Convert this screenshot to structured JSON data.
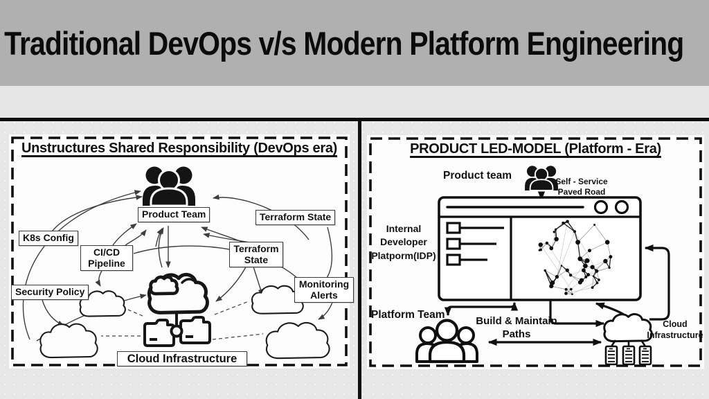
{
  "title": "Traditional DevOps v/s Modern Platform Engineering",
  "colors": {
    "banner_bg": "#b0b0b0",
    "canvas_bg": "#e7e7e7",
    "panel_bg": "#fdfdfd",
    "ink": "#111111"
  },
  "left_panel": {
    "title": "Unstructures Shared Responsibility (DevOps era)",
    "boxes": {
      "product_team": "Product Team",
      "terraform_state_right": "Terraform State",
      "k8s_config": "K8s Config",
      "cicd_pipeline": "CI/CD Pipeline",
      "terraform_state_center": "Terraform State",
      "security_policy": "Security Policy",
      "monitoring_alerts": "Monitoring Alerts",
      "cloud_infrastructure": "Cloud Infrastructure"
    },
    "icons": {
      "team": "people-group-icon",
      "cloud": "cloud-icon",
      "folders": "folder-pair-icon",
      "scattered": "outline-cloud-icon"
    }
  },
  "right_panel": {
    "title": "PRODUCT LED-MODEL (Platform - Era)",
    "labels": {
      "product_team": "Product team",
      "self_service": "Self - Service",
      "paved_road": "Paved Road",
      "idp": "Internal Developer Platporm(IDP)",
      "platform_team": "Platform Team",
      "build_maintain_paths": "Build & Maintain Paths",
      "cloud_infrastructure": "Cloud Infrastructure"
    },
    "icons": {
      "team": "people-group-icon",
      "platform_team": "people-group-outline-icon",
      "window": "browser-window-icon",
      "network": "network-sphere-icon",
      "infra": "cloud-servers-icon"
    }
  }
}
